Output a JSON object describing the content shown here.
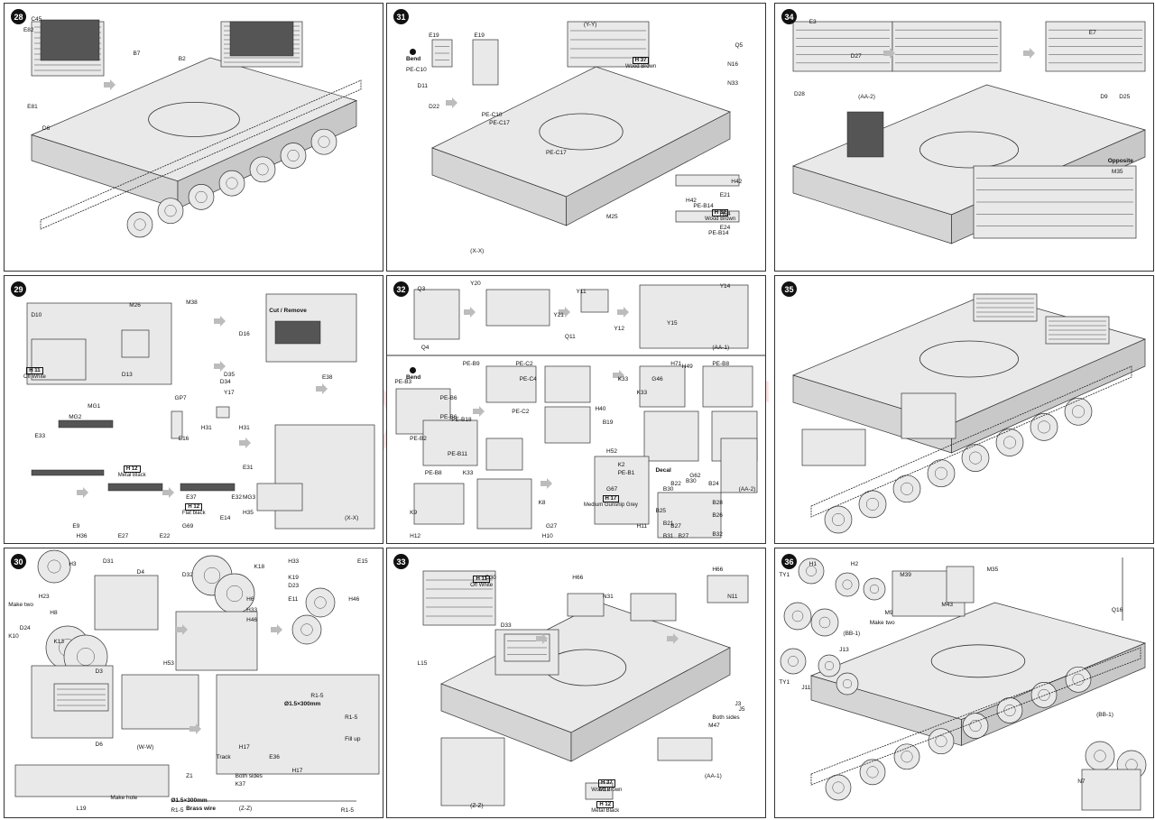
{
  "watermark": "modelari.cz",
  "panels": [
    {
      "step": "28",
      "labels": [
        "C45",
        "E82",
        "B7",
        "B2",
        "E81",
        "D6"
      ]
    },
    {
      "step": "31",
      "labels": [
        "E19",
        "E19",
        "(Y-Y)",
        "Q5",
        "N16",
        "N33",
        "PE-C10",
        "D11",
        "D22",
        "PE-C10",
        "PE-C17",
        "PE-C17",
        "(X-X)",
        "M25",
        "H42",
        "E21",
        "H42",
        "PE-B14",
        "H64",
        "E24",
        "PE-B14"
      ],
      "bend": "Bend",
      "paints": [
        {
          "chip": "H 37",
          "text": "Wood Brown"
        },
        {
          "chip": "H 37",
          "text": "Wood Brown"
        }
      ]
    },
    {
      "step": "34",
      "labels": [
        "E3",
        "D27",
        "D28",
        "(AA-2)",
        "E7",
        "D9",
        "D25",
        "M35"
      ],
      "note": "Opposite"
    },
    {
      "step": "29",
      "labels": [
        "D10",
        "M26",
        "M38",
        "D13",
        "D16",
        "D35",
        "D34",
        "E38",
        "GP7",
        "Y17",
        "E16",
        "H31",
        "H31",
        "E33",
        "MG1",
        "MG2",
        "E31",
        "E32",
        "E37",
        "MG3",
        "G69",
        "E14",
        "H35",
        "E9",
        "E27",
        "E22",
        "H36",
        "(X-X)"
      ],
      "cut": "Cut / Remove",
      "paints": [
        {
          "chip": "H 11",
          "text": "Off White"
        },
        {
          "chip": "H 12",
          "text": "Metal Black"
        },
        {
          "chip": "H 12",
          "text": "Flat black"
        }
      ]
    },
    {
      "step": "32",
      "labels": [
        "Q3",
        "Y20",
        "Q4",
        "Y21",
        "Q11",
        "Y11",
        "Y12",
        "Y14",
        "Y15",
        "(AA-1)",
        "PE-C2",
        "PE-B9",
        "PE-C4",
        "PE-C2",
        "PE-B3",
        "PE-B6",
        "PE-B6",
        "PE-B18",
        "PE-B2",
        "PE-B11",
        "PE-B8",
        "K33",
        "K33",
        "K33",
        "G46",
        "H71",
        "H49",
        "PE-B8",
        "H40",
        "B19",
        "H52",
        "K2",
        "PE-B1",
        "G62",
        "K8",
        "G67",
        "G27",
        "H10",
        "K9",
        "H12",
        "H11",
        "B27",
        "B31",
        "B30",
        "B22",
        "B30",
        "B24",
        "B28",
        "B25",
        "B26",
        "B21",
        "B32",
        "B27",
        "(AA-2)"
      ],
      "bend": "Bend",
      "decal": "Decal",
      "paints": [
        {
          "chip": "H 17",
          "text": "Medium Gunship Grey"
        }
      ]
    },
    {
      "step": "35",
      "labels": []
    },
    {
      "step": "30",
      "labels": [
        "H3",
        "D31",
        "D4",
        "D32",
        "K18",
        "H23",
        "H8",
        "D24",
        "K10",
        "K13",
        "D3",
        "H33",
        "E15",
        "K19",
        "D23",
        "H6",
        "H33",
        "H46",
        "H46",
        "E11",
        "H53",
        "D6",
        "(W-W)",
        "R1-5",
        "R1-5",
        "H17",
        "E36",
        "K37",
        "H17",
        "Z1",
        "R1-5",
        "R1-5",
        "L19",
        "(Z-Z)"
      ],
      "notes": [
        "Make two",
        "Make hole",
        "Track",
        "Both sides",
        "Fill up"
      ],
      "wire1": "Ø1.5×300mm",
      "wire2": "Ø1.5×300mm",
      "brass": "Brass wire"
    },
    {
      "step": "33",
      "labels": [
        "D30",
        "H66",
        "H66",
        "N31",
        "N11",
        "D33",
        "L15",
        "J3",
        "J5",
        "M47",
        "(AA-1)",
        "(Z-Z)",
        "M12"
      ],
      "notes": [
        "Both sides"
      ],
      "paints": [
        {
          "chip": "H 11",
          "text": "Off White"
        },
        {
          "chip": "H 37",
          "text": "Wood Brown"
        },
        {
          "chip": "H 12",
          "text": "Metal Black"
        }
      ]
    },
    {
      "step": "36",
      "labels": [
        "TY1",
        "H1",
        "H2",
        "M39",
        "M35",
        "M9",
        "M43",
        "(BB-1)",
        "J13",
        "TY1",
        "J11",
        "Q16",
        "(BB-1)",
        "N7"
      ],
      "notes": [
        "Make two"
      ]
    }
  ]
}
